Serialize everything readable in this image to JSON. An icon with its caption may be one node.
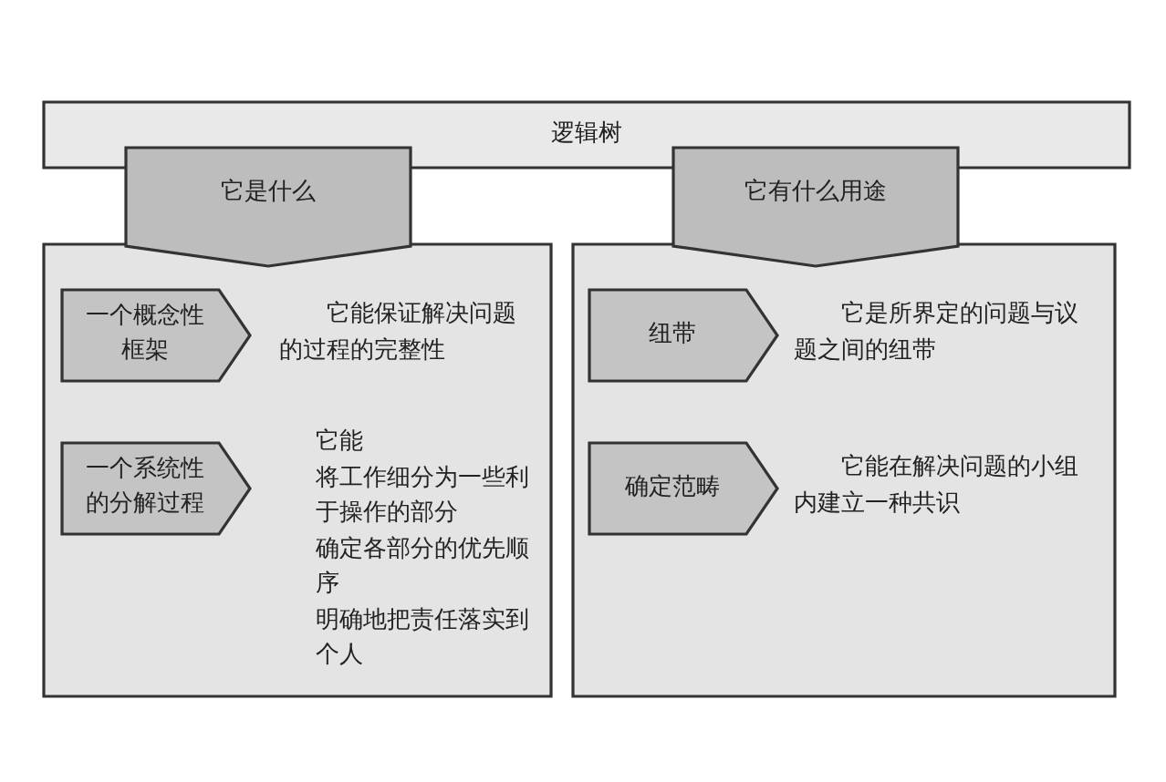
{
  "diagram": {
    "nodes": [
      {
        "text": [
          "逻辑树"
        ]
      },
      {
        "text": [
          "它是什么"
        ]
      },
      {
        "text": [
          "它有什么用途"
        ]
      },
      {
        "text": [],
        "shape": "box"
      },
      {
        "text": [
          "一个概念性框架"
        ],
        "in": 3,
        "beside": [
          "它能保证解决问题的过程的完整性"
        ]
      },
      {
        "text": [
          "一个系统性的分解过程"
        ],
        "in": 3,
        "beside": [
          "它能",
          "将工作细分为一些利于操作的部分",
          "确定各部分的优先顺序",
          "明确地把责任落实到个人"
        ]
      },
      {
        "text": [],
        "shape": "box"
      },
      {
        "text": [
          "纽带"
        ],
        "in": 6,
        "beside": [
          "它是所界定的问题与议题之间的纽带"
        ]
      },
      {
        "text": [
          "确定范畴"
        ],
        "in": 6,
        "beside": [
          "它能在解决问题的小组内建立一种共识"
        ]
      }
    ],
    "edges": []
  }
}
